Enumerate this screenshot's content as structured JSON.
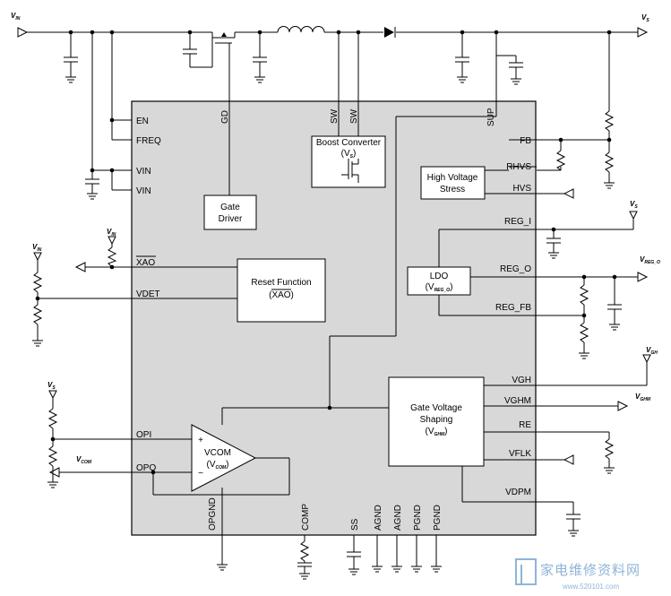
{
  "signals": {
    "vin": "V",
    "vin_sub": "IN",
    "vs": "V",
    "vs_sub": "S",
    "vreg": "V",
    "vreg_sub": "REG_O",
    "vgh": "V",
    "vgh_sub": "GH",
    "vghm": "V",
    "vghm_sub": "GHM",
    "vcom": "V",
    "vcom_sub": "COM"
  },
  "pins": {
    "en": "EN",
    "freq": "FREQ",
    "vin1": "VIN",
    "vin2": "VIN",
    "xao": "XAO",
    "vdet": "VDET",
    "opi": "OPI",
    "opo": "OPO",
    "gd": "GD",
    "sw1": "SW",
    "sw2": "SW",
    "sup": "SUP",
    "fb": "FB",
    "rhvs": "RHVS",
    "hvs": "HVS",
    "reg_i": "REG_I",
    "reg_o": "REG_O",
    "reg_fb": "REG_FB",
    "vgh": "VGH",
    "vghm": "VGHM",
    "re": "RE",
    "vflk": "VFLK",
    "vdpm": "VDPM",
    "opgnd": "OPGND",
    "comp": "COMP",
    "ss": "SS",
    "agnd1": "AGND",
    "agnd2": "AGND",
    "pgnd1": "PGND",
    "pgnd2": "PGND"
  },
  "blocks": {
    "boost_line1": "Boost Converter",
    "boost_line2": "(V",
    "boost_sub": "S",
    "boost_line2_end": ")",
    "gate_driver_1": "Gate",
    "gate_driver_2": "Driver",
    "hvs_1": "High Voltage",
    "hvs_2": "Stress",
    "reset_1": "Reset Function",
    "reset_2": "(XAO)",
    "ldo_1": "LDO",
    "ldo_2": "(V",
    "ldo_sub": "REG_O",
    "ldo_2_end": ")",
    "gvs_1": "Gate Voltage",
    "gvs_2": "Shaping",
    "gvs_3": "(V",
    "gvs_sub": "GHM",
    "gvs_3_end": ")",
    "vcom_1": "VCOM",
    "vcom_2": "(V",
    "vcom_sub": "COM",
    "vcom_2_end": ")",
    "plus": "+",
    "minus": "−"
  },
  "watermark": {
    "text": "家电维修资料网",
    "url": "www.520101.com"
  },
  "colors": {
    "ic_fill": "#d8d8d8",
    "watermark": "#8fb4d8"
  }
}
